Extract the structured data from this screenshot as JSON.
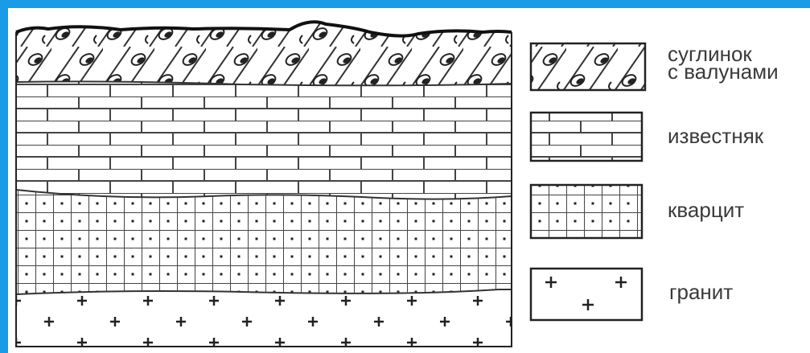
{
  "legend": [
    {
      "id": "loam",
      "lines": [
        "суглинок",
        "с валунами"
      ]
    },
    {
      "id": "limestone",
      "lines": [
        "известняк"
      ]
    },
    {
      "id": "quartzite",
      "lines": [
        "кварцит"
      ]
    },
    {
      "id": "granite",
      "lines": [
        "гранит"
      ]
    }
  ]
}
